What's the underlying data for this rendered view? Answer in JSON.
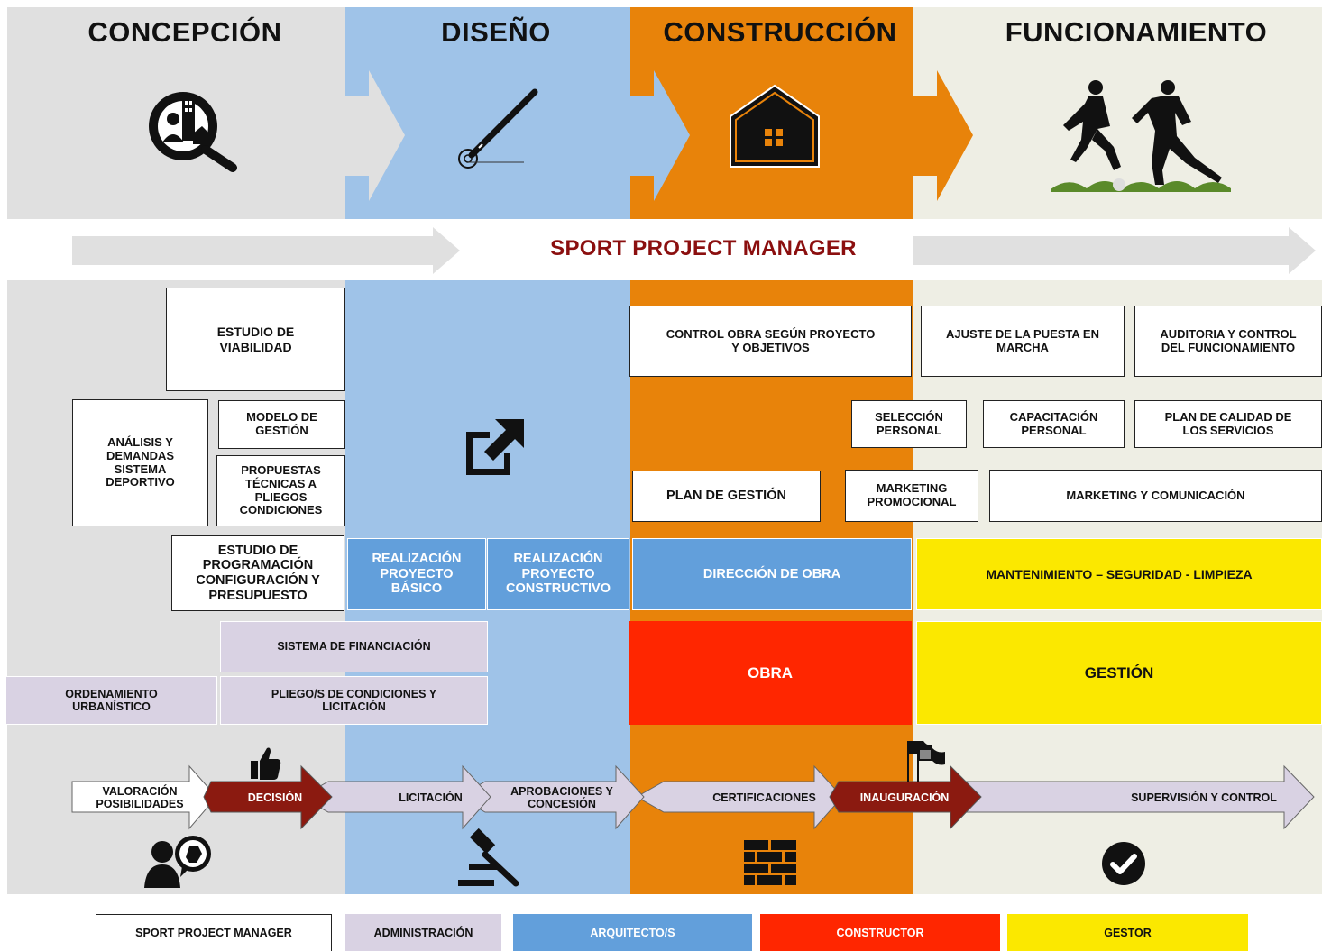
{
  "phases": {
    "concepcion": "CONCEPCIÓN",
    "diseno": "DISEÑO",
    "construccion": "CONSTRUCCIÓN",
    "funcionamiento": "FUNCIONAMIENTO"
  },
  "banner": "SPORT PROJECT MANAGER",
  "concepcion_boxes": {
    "estudio_viabilidad": "ESTUDIO DE VIABILIDAD",
    "analisis_demandas": "ANÁLISIS Y DEMANDAS SISTEMA DEPORTIVO",
    "modelo_gestion": "MODELO DE GESTIÓN",
    "propuestas_tecnicas": "PROPUESTAS TÉCNICAS A PLIEGOS CONDICIONES",
    "estudio_programacion": "ESTUDIO DE PROGRAMACIÓN CONFIGURACIÓN Y PRESUPUESTO"
  },
  "construccion_boxes": {
    "control_obra": "CONTROL OBRA SEGÚN PROYECTO Y OBJETIVOS",
    "seleccion_personal": "SELECCIÓN PERSONAL",
    "plan_gestion": "PLAN DE GESTIÓN",
    "marketing_promocional": "MARKETING PROMOCIONAL"
  },
  "funcionamiento_boxes": {
    "ajuste_puesta": "AJUSTE DE LA PUESTA EN MARCHA",
    "auditoria": "AUDITORIA Y CONTROL DEL FUNCIONAMIENTO",
    "capacitacion": "CAPACITACIÓN PERSONAL",
    "plan_calidad": "PLAN DE CALIDAD DE LOS SERVICIOS",
    "marketing_comunicacion": "MARKETING Y COMUNICACIÓN"
  },
  "role_boxes": {
    "proyecto_basico": "REALIZACIÓN PROYECTO BÁSICO",
    "proyecto_constructivo": "REALIZACIÓN PROYECTO CONSTRUCTIVO",
    "direccion_obra": "DIRECCIÓN DE OBRA",
    "mantenimiento": "MANTENIMIENTO – SEGURIDAD - LIMPIEZA",
    "sistema_financiacion": "SISTEMA DE FINANCIACIÓN",
    "pliegos_licitacion": "PLIEGO/S  DE CONDICIONES Y LICITACIÓN",
    "ordenamiento": "ORDENAMIENTO URBANÍSTICO",
    "obra": "OBRA",
    "gestion": "GESTIÓN"
  },
  "timeline": [
    {
      "label": "VALORACIÓN POSIBILIDADES",
      "style": "white"
    },
    {
      "label": "DECISIÓN",
      "style": "dark"
    },
    {
      "label": "LICITACIÓN",
      "style": "lavender"
    },
    {
      "label": "APROBACIONES Y CONCESIÓN",
      "style": "lavender"
    },
    {
      "label": "CERTIFICACIONES",
      "style": "lavender"
    },
    {
      "label": "INAUGURACIÓN",
      "style": "dark"
    },
    {
      "label": "SUPERVISIÓN Y CONTROL",
      "style": "lavender"
    }
  ],
  "legend": [
    {
      "label": "SPORT PROJECT MANAGER",
      "color": "#ffffff"
    },
    {
      "label": "ADMINISTRACIÓN",
      "color": "#d9d2e3"
    },
    {
      "label": "ARQUITECTO/S",
      "color": "#629fdb"
    },
    {
      "label": "CONSTRUCTOR",
      "color": "#ff2600"
    },
    {
      "label": "GESTOR",
      "color": "#fbe800"
    }
  ],
  "colors": {
    "concepcion_bg": "#e0e0e0",
    "diseno_bg": "#9fc3e8",
    "construccion_bg": "#e8830a",
    "funcionamiento_bg": "#eeeee4",
    "banner_text": "#8b0f0f",
    "milestone": "#8b1a10"
  },
  "icons": [
    "search-building-icon",
    "pen-icon",
    "house-icon",
    "football-players-icon",
    "external-link-icon",
    "thumbs-up-icon",
    "flags-icon",
    "meeting-icon",
    "gavel-icon",
    "bricks-icon",
    "check-circle-icon"
  ]
}
